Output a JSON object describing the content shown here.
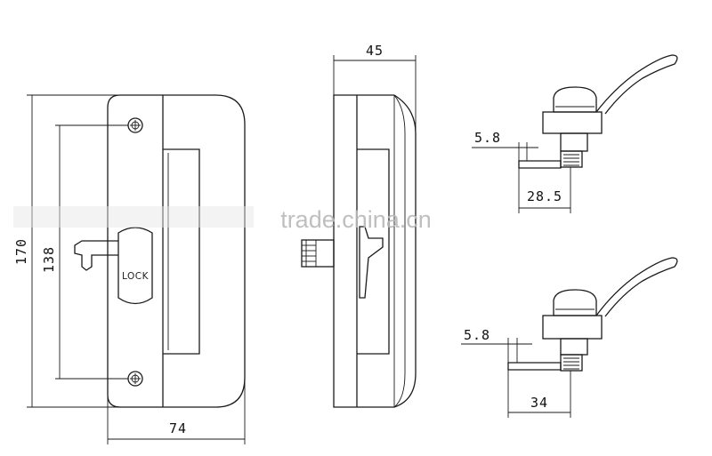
{
  "dimensions": {
    "front_height": "170",
    "front_screw_spacing": "138",
    "front_width": "74",
    "side_depth": "45",
    "detail_top_offset": "5.8",
    "detail_top_length": "28.5",
    "detail_bottom_offset": "5.8",
    "detail_bottom_length": "34"
  },
  "labels": {
    "lock": "LOCK"
  },
  "watermark": {
    "text": "trade.china.cn"
  }
}
